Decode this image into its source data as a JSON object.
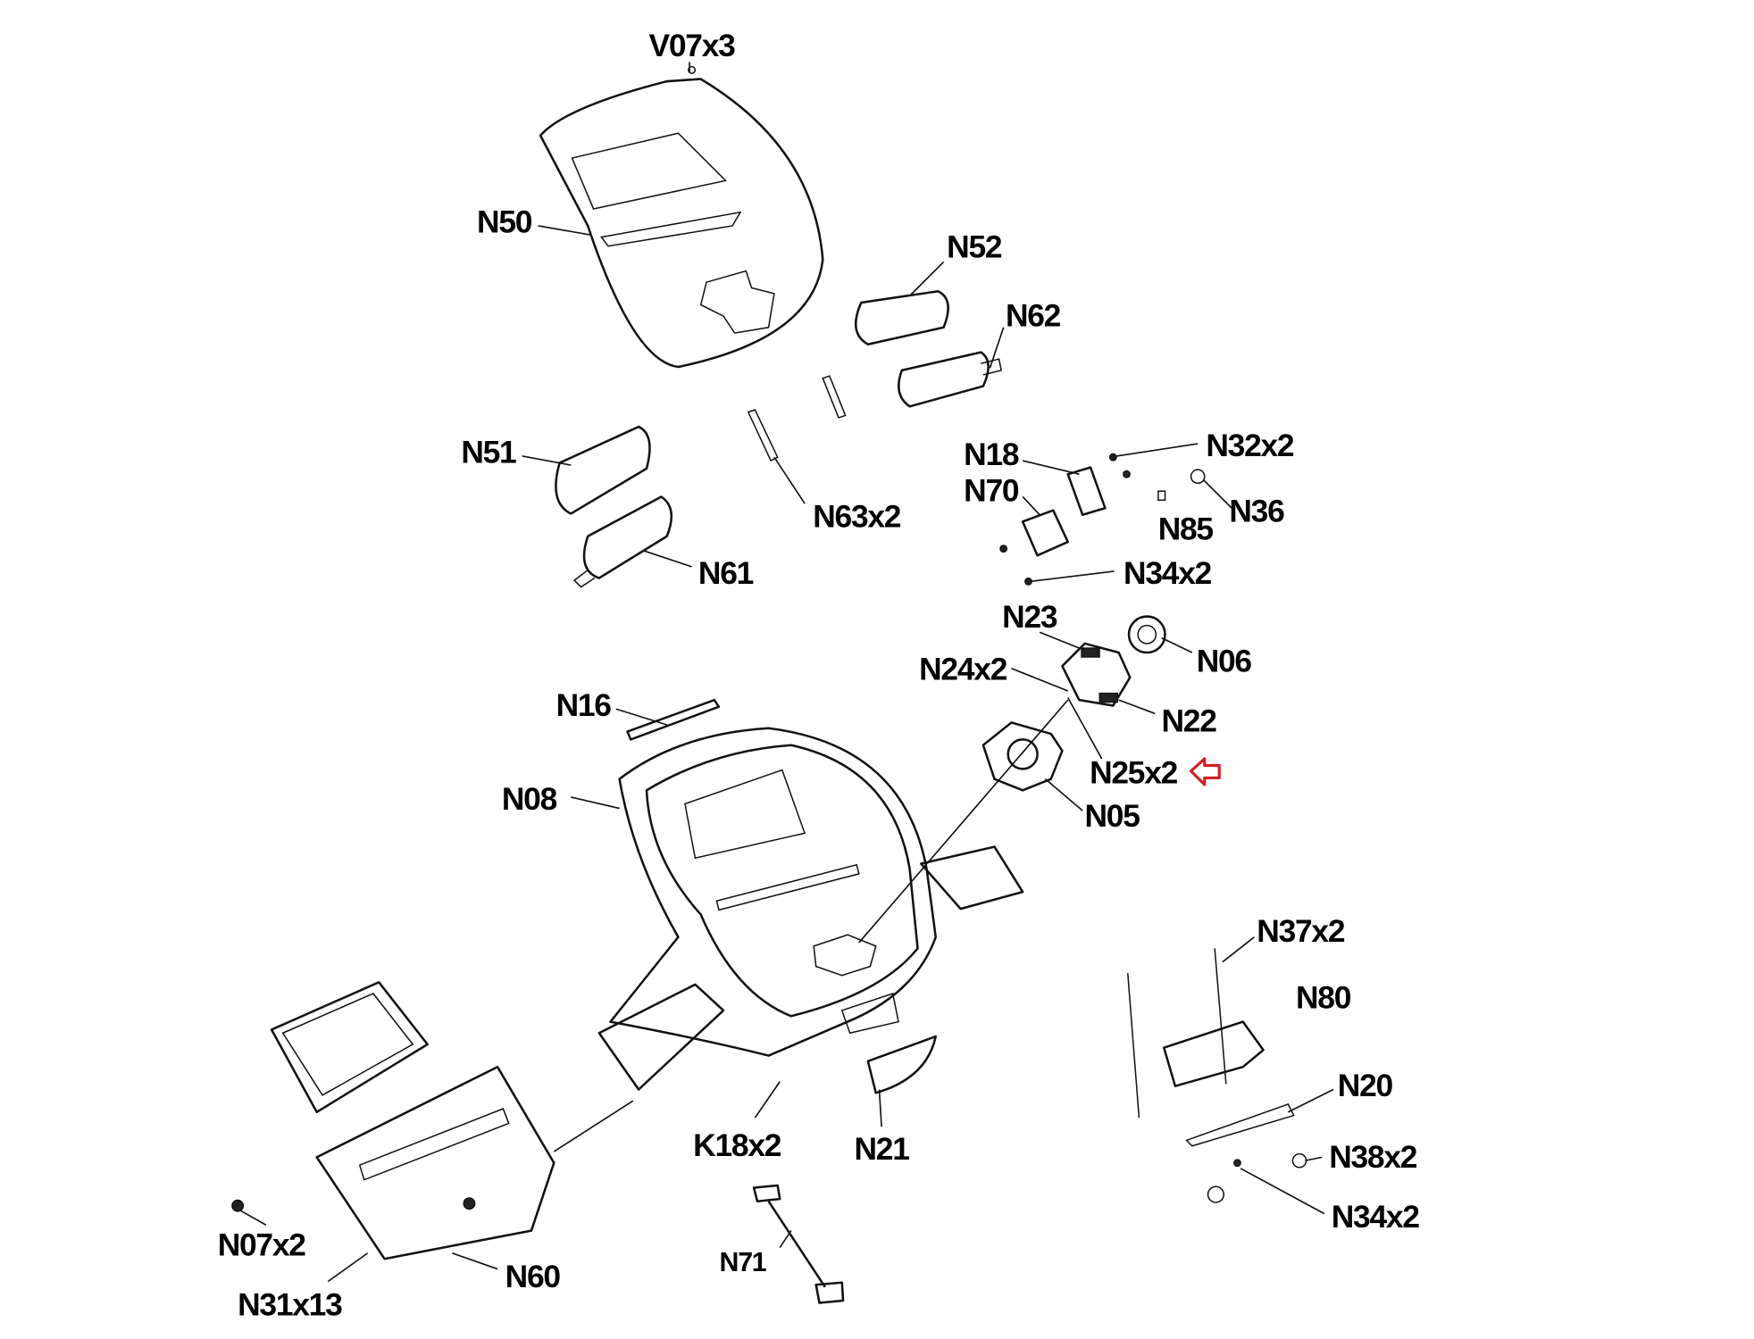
{
  "diagram": {
    "type": "exploded-parts-diagram",
    "labels": {
      "V07": "V07x3",
      "N50": "N50",
      "N52": "N52",
      "N62": "N62",
      "N51": "N51",
      "N63": "N63x2",
      "N61": "N61",
      "N18": "N18",
      "N70": "N70",
      "N32": "N32x2",
      "N85": "N85",
      "N36": "N36",
      "N34a": "N34x2",
      "N23": "N23",
      "N06": "N06",
      "N24": "N24x2",
      "N22": "N22",
      "N16": "N16",
      "N25": "N25x2",
      "N05": "N05",
      "N08": "N08",
      "N37": "N37x2",
      "N80": "N80",
      "N20": "N20",
      "N38": "N38x2",
      "N34b": "N34x2",
      "K18": "K18x2",
      "N21": "N21",
      "N60": "N60",
      "N07": "N07x2",
      "N31": "N31x13",
      "N71": "N71"
    },
    "highlight": {
      "part": "N25x2",
      "marker": "left-arrow-outline",
      "color": "#d61f26"
    }
  }
}
